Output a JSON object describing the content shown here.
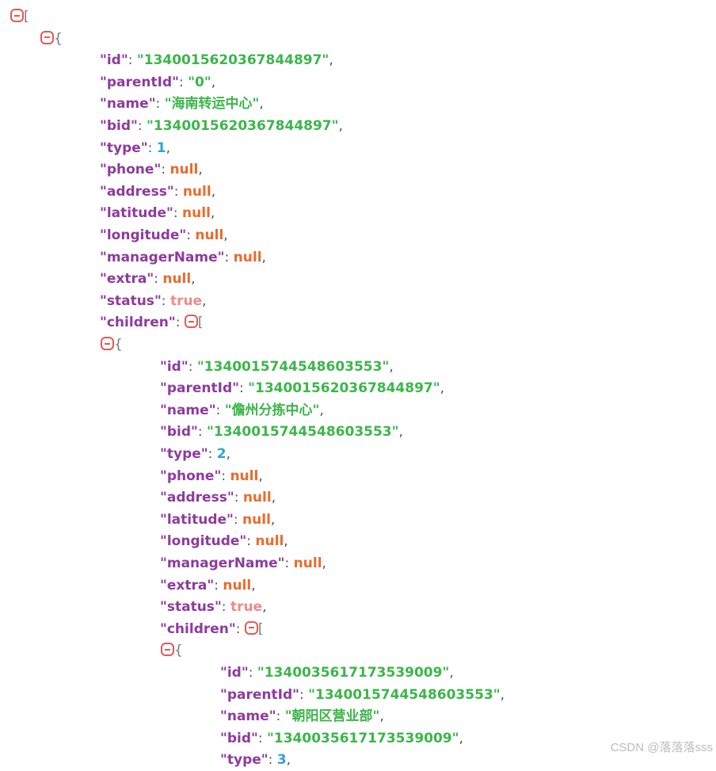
{
  "toggle_icon": "collapse-icon",
  "colors": {
    "key": "#8e3a9e",
    "string": "#3cb64a",
    "number": "#2aa4d6",
    "null": "#ea6a2c",
    "boolean": "#f08a8a",
    "toggle": "#e05a57"
  },
  "json_lines": [
    {
      "open": "["
    },
    {
      "open": "{"
    },
    {
      "key": "id",
      "value": "\"1340015620367844897\"",
      "kind": "str"
    },
    {
      "key": "parentId",
      "value": "\"0\"",
      "kind": "str"
    },
    {
      "key": "name",
      "value": "\"海南转运中心\"",
      "kind": "str"
    },
    {
      "key": "bid",
      "value": "\"1340015620367844897\"",
      "kind": "str"
    },
    {
      "key": "type",
      "value": "1",
      "kind": "num"
    },
    {
      "key": "phone",
      "value": "null",
      "kind": "nul"
    },
    {
      "key": "address",
      "value": "null",
      "kind": "nul"
    },
    {
      "key": "latitude",
      "value": "null",
      "kind": "nul"
    },
    {
      "key": "longitude",
      "value": "null",
      "kind": "nul"
    },
    {
      "key": "managerName",
      "value": "null",
      "kind": "nul"
    },
    {
      "key": "extra",
      "value": "null",
      "kind": "nul"
    },
    {
      "key": "status",
      "value": "true",
      "kind": "boo"
    },
    {
      "key": "children",
      "open": "["
    },
    {
      "open": "{"
    },
    {
      "key": "id",
      "value": "\"1340015744548603553\"",
      "kind": "str"
    },
    {
      "key": "parentId",
      "value": "\"1340015620367844897\"",
      "kind": "str"
    },
    {
      "key": "name",
      "value": "\"儋州分拣中心\"",
      "kind": "str"
    },
    {
      "key": "bid",
      "value": "\"1340015744548603553\"",
      "kind": "str"
    },
    {
      "key": "type",
      "value": "2",
      "kind": "num"
    },
    {
      "key": "phone",
      "value": "null",
      "kind": "nul"
    },
    {
      "key": "address",
      "value": "null",
      "kind": "nul"
    },
    {
      "key": "latitude",
      "value": "null",
      "kind": "nul"
    },
    {
      "key": "longitude",
      "value": "null",
      "kind": "nul"
    },
    {
      "key": "managerName",
      "value": "null",
      "kind": "nul"
    },
    {
      "key": "extra",
      "value": "null",
      "kind": "nul"
    },
    {
      "key": "status",
      "value": "true",
      "kind": "boo"
    },
    {
      "key": "children",
      "open": "["
    },
    {
      "open": "{"
    },
    {
      "key": "id",
      "value": "\"1340035617173539009\"",
      "kind": "str"
    },
    {
      "key": "parentId",
      "value": "\"1340015744548603553\"",
      "kind": "str"
    },
    {
      "key": "name",
      "value": "\"朝阳区营业部\"",
      "kind": "str"
    },
    {
      "key": "bid",
      "value": "\"1340035617173539009\"",
      "kind": "str"
    },
    {
      "key": "type",
      "value": "3",
      "kind": "num"
    }
  ],
  "watermark": "CSDN @落落落sss"
}
